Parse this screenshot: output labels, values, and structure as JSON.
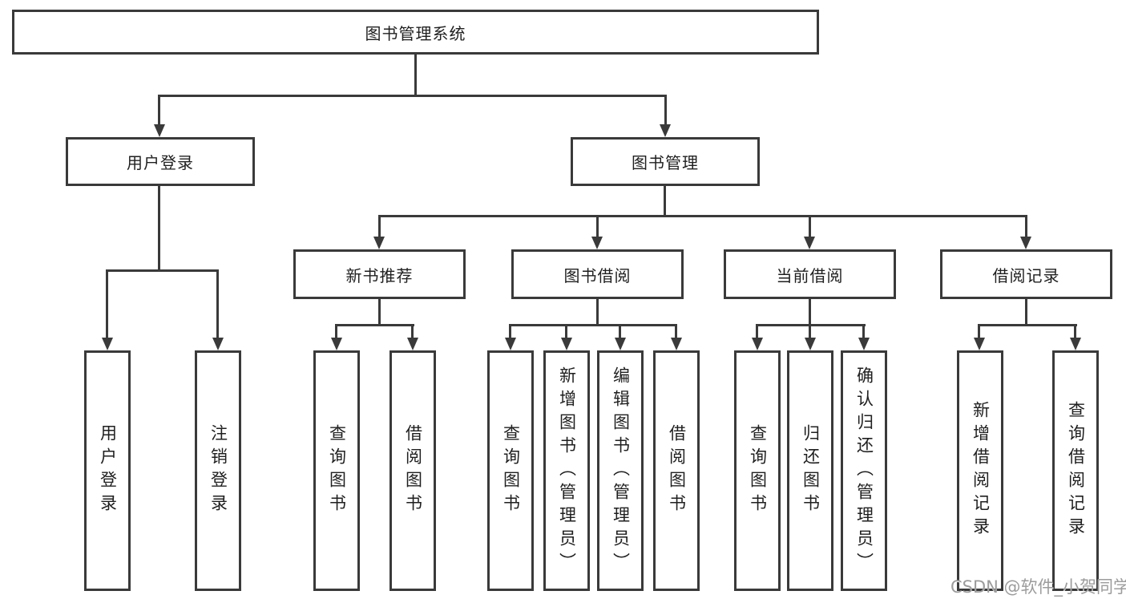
{
  "title": {
    "label": "图书管理系统"
  },
  "level2": [
    {
      "label": "用户登录"
    },
    {
      "label": "图书管理"
    }
  ],
  "level3": [
    {
      "label": "新书推荐"
    },
    {
      "label": "图书借阅"
    },
    {
      "label": "当前借阅"
    },
    {
      "label": "借阅记录"
    }
  ],
  "leaves": [
    {
      "label": "用户登录"
    },
    {
      "label": "注销登录"
    },
    {
      "label": "查询图书"
    },
    {
      "label": "借阅图书"
    },
    {
      "label": "查询图书"
    },
    {
      "label": "新增图书（管理员）"
    },
    {
      "label": "编辑图书（管理员）"
    },
    {
      "label": "借阅图书"
    },
    {
      "label": "查询图书"
    },
    {
      "label": "归还图书"
    },
    {
      "label": "确认归还（管理员）"
    },
    {
      "label": "新增借阅记录"
    },
    {
      "label": "查询借阅记录"
    }
  ],
  "watermark": {
    "text": "CSDN @软件_小贺同学"
  },
  "colors": {
    "line": "#3a3a3a",
    "text": "#1f1f1f",
    "watermark": "#9c9c9c",
    "background": "#ffffff"
  }
}
